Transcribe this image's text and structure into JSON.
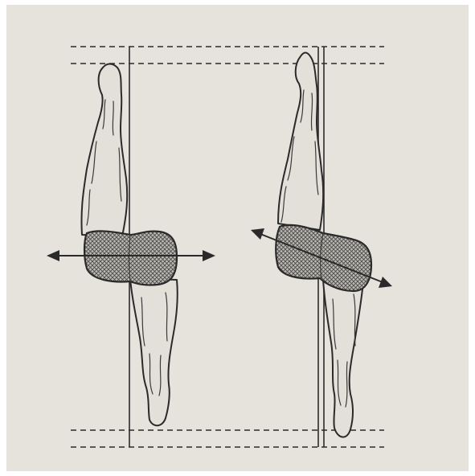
{
  "figure": {
    "panels": [
      {
        "id": "left",
        "pelvis_orientation": "level",
        "arrow_direction": "horizontal"
      },
      {
        "id": "right",
        "pelvis_orientation": "tilted",
        "arrow_direction": "oblique"
      }
    ],
    "colors": {
      "paper": "#e6e3dd",
      "ink": "#2a2a2a",
      "hatch": "#4a4a4a"
    }
  }
}
